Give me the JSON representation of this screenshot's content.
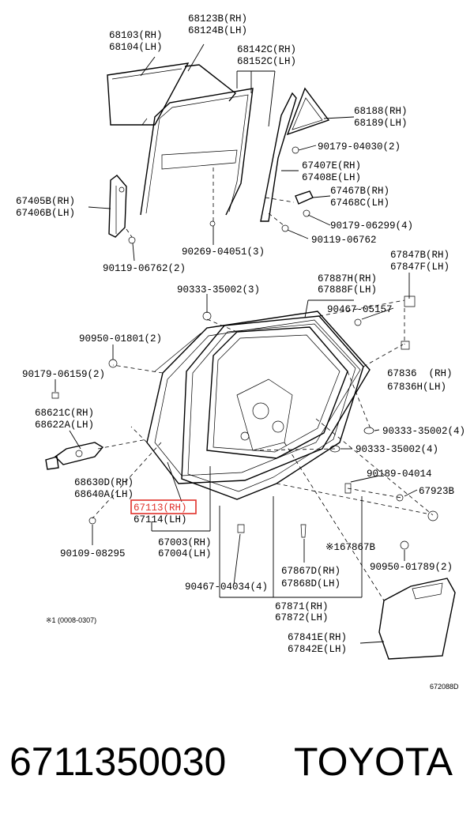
{
  "labels": {
    "l68123b": "68123B(RH)",
    "l68124b": "68124B(LH)",
    "l68103": "68103(RH)",
    "l68104": "68104(LH)",
    "l68142c": "68142C(RH)",
    "l68152c": "68152C(LH)",
    "l68188": "68188(RH)",
    "l68189": "68189(LH)",
    "l90179_04030": "90179-04030(2)",
    "l67407e": "67407E(RH)",
    "l67408e": "67408E(LH)",
    "l67405b": "67405B(RH)",
    "l67406b": "67406B(LH)",
    "l67467b": "67467B(RH)",
    "l67468c": "67468C(LH)",
    "l90179_06299": "90179-06299(4)",
    "l90119_06762a": "90119-06762",
    "l90119_06762b": "90119-06762(2)",
    "l90269_04051": "90269-04051(3)",
    "l67847b": "67847B(RH)",
    "l67847f": "67847F(LH)",
    "l90333_35002a": "90333-35002(3)",
    "l67887h": "67887H(RH)",
    "l67888f": "67888F(LH)",
    "l90467_05157": "90467-05157",
    "l90950_01801": "90950-01801(2)",
    "l90179_06159": "90179-06159(2)",
    "l67836": "67836  (RH)",
    "l67836h": "67836H(LH)",
    "l68621c": "68621C(RH)",
    "l68622a": "68622A(LH)",
    "l90333_35002b": "90333-35002(4)",
    "l90333_35002c": "90333-35002(4)",
    "l68630d": "68630D(RH)",
    "l68640a": "68640A(LH)",
    "l90189_04014": "90189-04014",
    "l67923b": "67923B",
    "l67113": "67113(RH)",
    "l67114": "67114(LH)",
    "l67003": "67003(RH)",
    "l67004": "67004(LH)",
    "l90109_08295": "90109-08295",
    "l67867b": "※167867B",
    "l90950_01789": "90950-01789(2)",
    "l90467_04034": "90467-04034(4)",
    "l67867d": "67867D(RH)",
    "l67868d": "67868D(LH)",
    "l67871": "67871(RH)",
    "l67872": "67872(LH)",
    "l67841e": "67841E(RH)",
    "l67842e": "67842E(LH)",
    "note": "※1 (0008-0307)",
    "drawing_code": "672088D"
  },
  "highlight_color": "#e0302a",
  "footer": {
    "part_number": "6711350030",
    "brand": "TOYOTA"
  }
}
